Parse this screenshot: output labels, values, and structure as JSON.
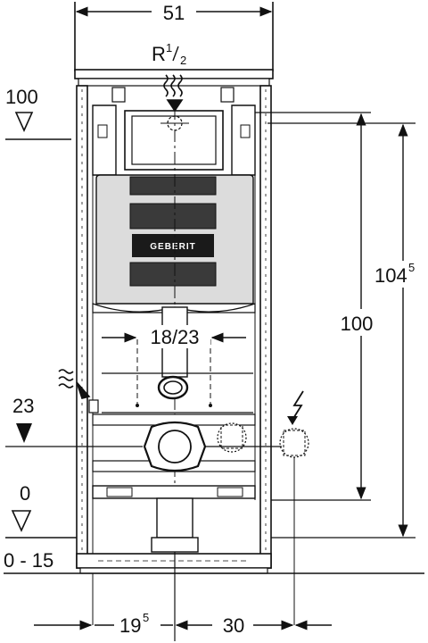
{
  "labels": {
    "width_total": "51",
    "connection_base": "R",
    "connection_num": "1",
    "connection_den": "2",
    "level_100": "100",
    "level_23": "23",
    "level_0": "0",
    "level_floor": "0 - 15",
    "pipe_spacing": "18/23",
    "height_100": "100",
    "height_104_base": "104",
    "height_104_sup": "5",
    "offset_195_base": "19",
    "offset_195_sup": "5",
    "offset_30": "30"
  },
  "logo_text": "GEBERIT",
  "colors": {
    "line": "#111111",
    "frame_fill": "#ffffff",
    "cistern_fill": "#dcdcdc",
    "panel_fill": "#3a3a3a",
    "logo_bg": "#1a1a1a"
  },
  "icons": {
    "water_supply": "water-wave-arrow-icon",
    "electric": "lightning-icon"
  }
}
